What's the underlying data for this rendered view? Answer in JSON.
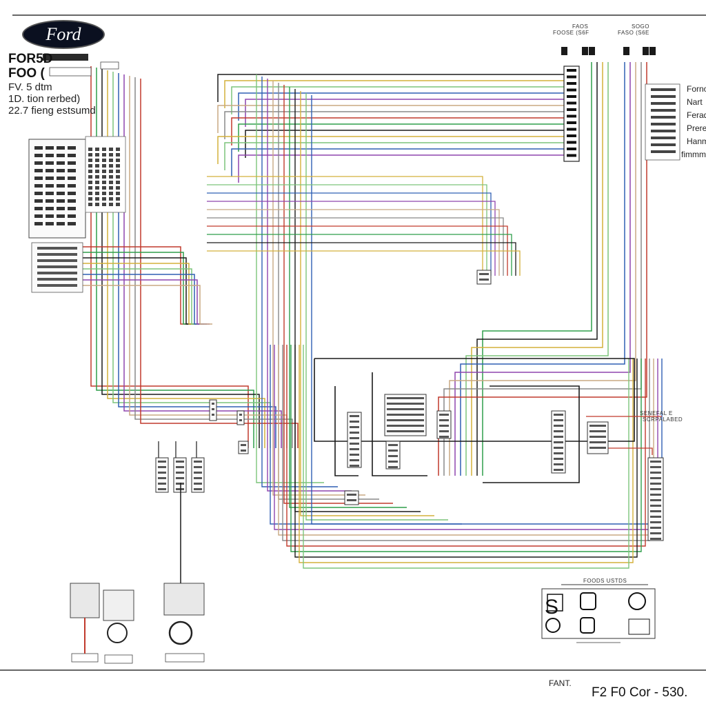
{
  "brand": {
    "logo_text": "Ford"
  },
  "header": {
    "title_1": "FOR5D",
    "title_2": "FOO (",
    "line_1": "FV. 5 dtm",
    "line_2": "1D. tion rerbed)",
    "line_3": "22.7 fieng estsumd"
  },
  "top_right_labels": {
    "connector_a": "FAOS",
    "connector_a_sub": "FOOSE (S6F",
    "connector_b": "SOGO",
    "connector_b_sub": "FASO (S6E"
  },
  "right_side_list": [
    "Forno",
    "Nart",
    "Ferad",
    "Prere",
    "Hanm",
    "fimmm"
  ],
  "mid_right_label": {
    "line_1": "SENEFAL E",
    "line_2": "SCRPALABED"
  },
  "legend": {
    "title": "FOODS USTDS"
  },
  "footer": {
    "small": "FANT.",
    "main": "F2 F0 Cor - 530."
  },
  "colors": {
    "red": "#c0392b",
    "green": "#2e9e4a",
    "light_green": "#7cc47a",
    "blue": "#2f5fb3",
    "purple": "#8e44ad",
    "yellow": "#d4b03a",
    "tan": "#c8a882",
    "black": "#1a1a1a",
    "gray": "#888888"
  }
}
